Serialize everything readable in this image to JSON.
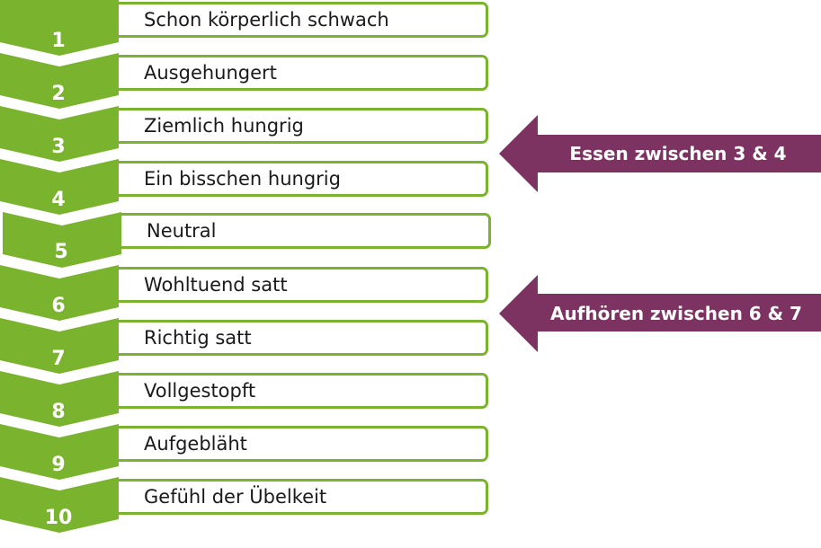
{
  "colors": {
    "step_green": "#7ab32e",
    "callout_purple": "#7d3362",
    "text_dark": "#1a1a1a"
  },
  "steps": [
    {
      "number": "1",
      "label": "Schon körperlich schwach"
    },
    {
      "number": "2",
      "label": "Ausgehungert"
    },
    {
      "number": "3",
      "label": "Ziemlich hungrig"
    },
    {
      "number": "4",
      "label": "Ein bisschen hungrig"
    },
    {
      "number": "5",
      "label": "Neutral"
    },
    {
      "number": "6",
      "label": "Wohltuend satt"
    },
    {
      "number": "7",
      "label": "Richtig satt"
    },
    {
      "number": "8",
      "label": "Vollgestopft"
    },
    {
      "number": "9",
      "label": "Aufgebläht"
    },
    {
      "number": "10",
      "label": "Gefühl der Übelkeit"
    }
  ],
  "callouts": [
    {
      "text": "Essen zwischen 3 & 4"
    },
    {
      "text": "Aufhören zwischen 6 & 7"
    }
  ]
}
